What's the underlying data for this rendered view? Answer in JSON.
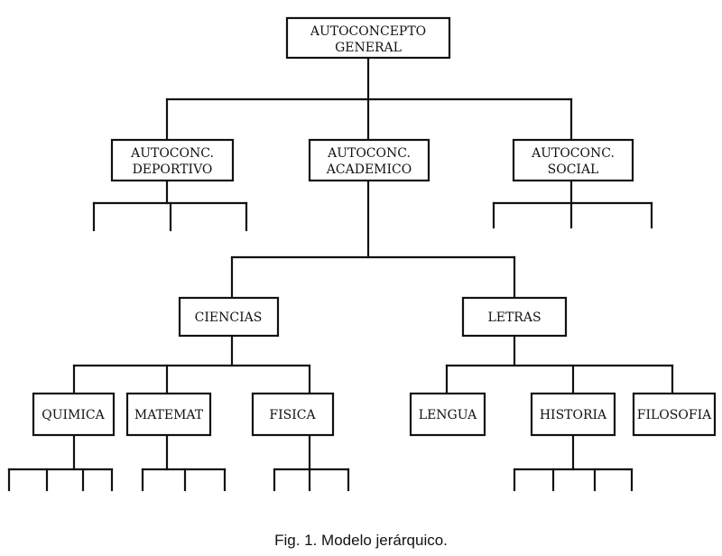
{
  "diagram": {
    "nodes": {
      "general": {
        "lines": [
          "AUTOCONCEPTO",
          "GENERAL"
        ]
      },
      "deportivo": {
        "lines": [
          "AUTOCONC.",
          "DEPORTIVO"
        ]
      },
      "academico": {
        "lines": [
          "AUTOCONC.",
          "ACADEMICO"
        ]
      },
      "social": {
        "lines": [
          "AUTOCONC.",
          "SOCIAL"
        ]
      },
      "ciencias": {
        "lines": [
          "CIENCIAS"
        ]
      },
      "letras": {
        "lines": [
          "LETRAS"
        ]
      },
      "quimica": {
        "lines": [
          "QUIMICA"
        ]
      },
      "matemat": {
        "lines": [
          "MATEMAT"
        ]
      },
      "fisica": {
        "lines": [
          "FISICA"
        ]
      },
      "lengua": {
        "lines": [
          "LENGUA"
        ]
      },
      "historia": {
        "lines": [
          "HISTORIA"
        ]
      },
      "filosofia": {
        "lines": [
          "FILOSOFIA"
        ]
      }
    },
    "edges": [
      [
        "general",
        "deportivo"
      ],
      [
        "general",
        "academico"
      ],
      [
        "general",
        "social"
      ],
      [
        "academico",
        "ciencias"
      ],
      [
        "academico",
        "letras"
      ],
      [
        "ciencias",
        "quimica"
      ],
      [
        "ciencias",
        "matemat"
      ],
      [
        "ciencias",
        "fisica"
      ],
      [
        "letras",
        "lengua"
      ],
      [
        "letras",
        "historia"
      ],
      [
        "letras",
        "filosofia"
      ]
    ]
  },
  "caption": "Fig. 1.  Modelo jerárquico."
}
